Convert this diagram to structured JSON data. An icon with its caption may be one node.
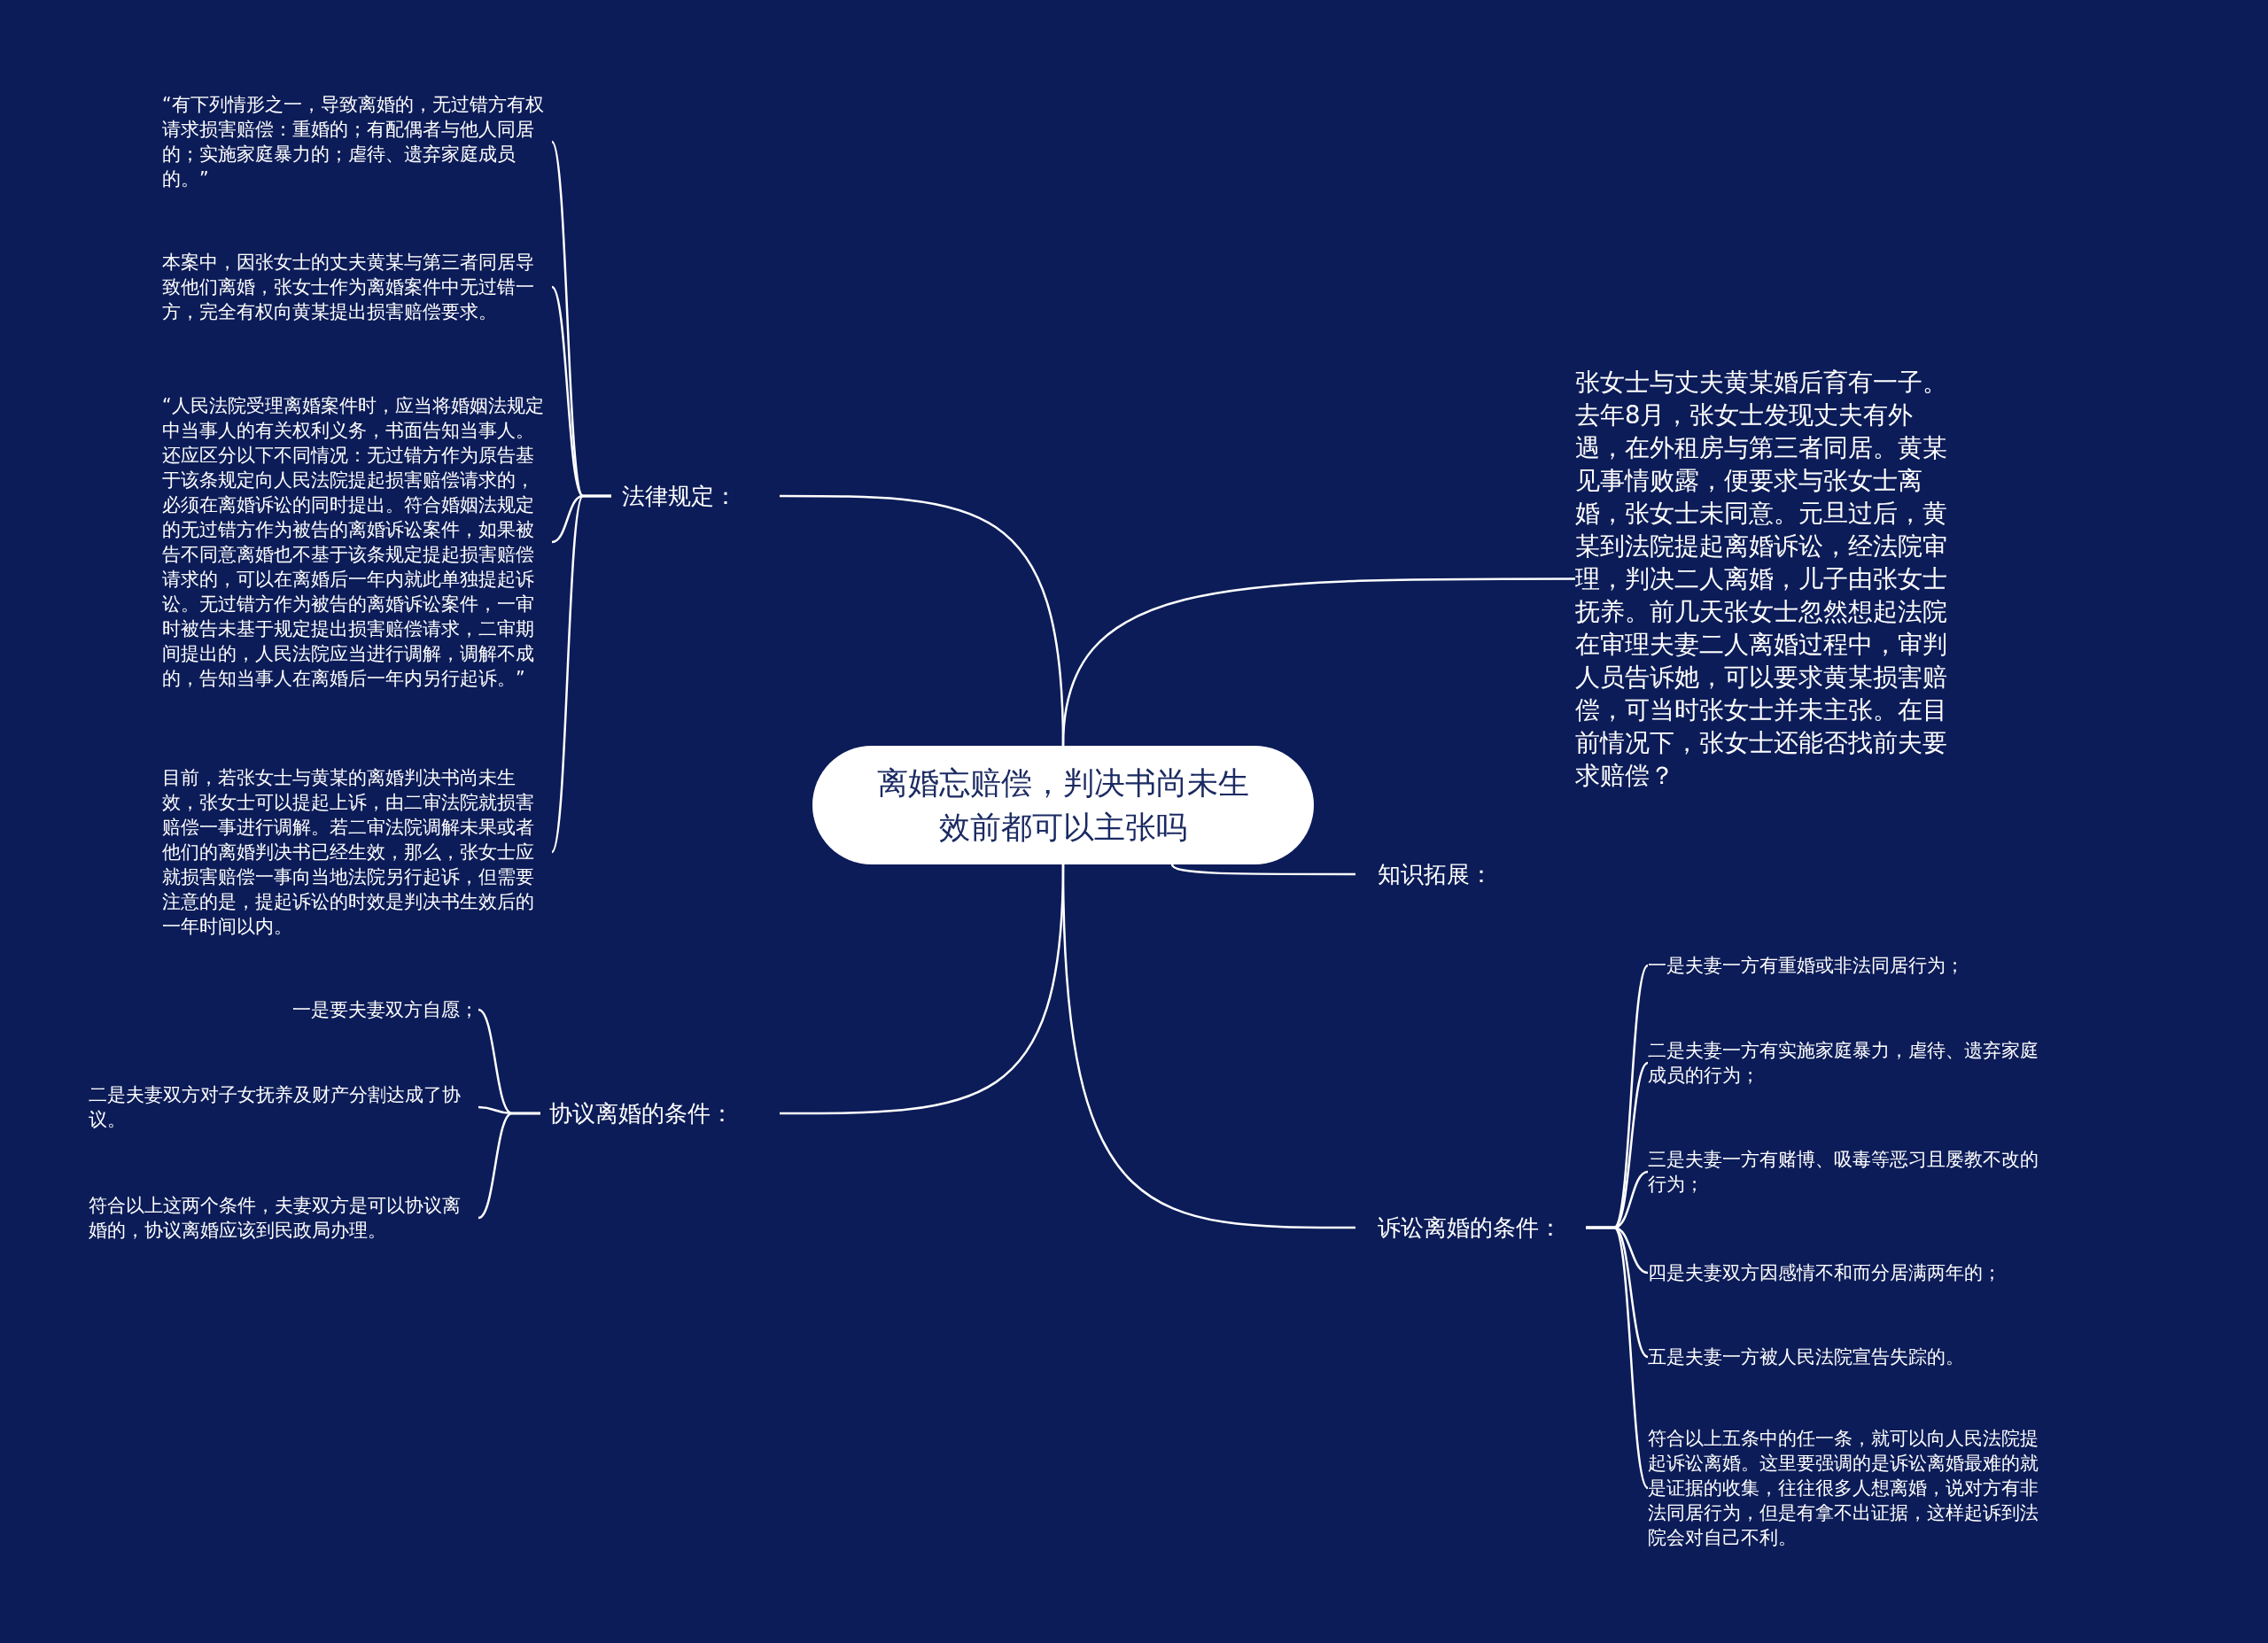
{
  "diagram": {
    "nodes": [
      {
        "text": [
          "离婚忘赔偿，判决书尚未生效前都可以主张吗"
        ]
      },
      {
        "text": [
          "法律规定："
        ]
      },
      {
        "text": [
          "“有下列情形之一，导致离婚的，无过错方有权请求损害赔偿：重婚的；有配偶者与他人同居的；实施家庭暴力的；虐待、遗弃家庭成员的。”"
        ]
      },
      {
        "text": [
          "本案中，因张女士的丈夫黄某与第三者同居导致他们离婚，张女士作为离婚案件中无过错一方，完全有权向黄某提出损害赔偿要求。"
        ]
      },
      {
        "text": [
          "“人民法院受理离婚案件时，应当将婚姻法规定中当事人的有关权利义务，书面告知当事人。还应区分以下不同情况：无过错方作为原告基于该条规定向人民法院提起损害赔偿请求的，必须在离婚诉讼的同时提出。符合婚姻法规定的无过错方作为被告的离婚诉讼案件，如果被告不同意离婚也不基于该条规定提起损害赔偿请求的，可以在离婚后一年内就此单独提起诉讼。无过错方作为被告的离婚诉讼案件，一审时被告未基于规定提出损害赔偿请求，二审期间提出的，人民法院应当进行调解，调解不成的，告知当事人在离婚后一年内另行起诉。”"
        ]
      },
      {
        "text": [
          "目前，若张女士与黄某的离婚判决书尚未生效，张女士可以提起上诉，由二审法院就损害赔偿一事进行调解。若二审法院调解未果或者他们的离婚判决书已经生效，那么，张女士应就损害赔偿一事向当地法院另行起诉，但需要注意的是，提起诉讼的时效是判决书生效后的一年时间以内。"
        ]
      },
      {
        "text": [
          "协议离婚的条件："
        ]
      },
      {
        "text": [
          "一是要夫妻双方自愿；"
        ]
      },
      {
        "text": [
          "二是夫妻双方对子女抚养及财产分割达成了协议。"
        ]
      },
      {
        "text": [
          "符合以上这两个条件，夫妻双方是可以协议离婚的，协议离婚应该到民政局办理。"
        ]
      },
      {
        "text": [
          "张女士与丈夫黄某婚后育有一子。去年8月，张女士发现丈夫有外遇，在外租房与第三者同居。黄某见事情败露，便要求与张女士离婚，张女士未同意。元旦过后，黄某到法院提起离婚诉讼，经法院审理，判决二人离婚，儿子由张女士抚养。前几天张女士忽然想起法院在审理夫妻二人离婚过程中，审判人员告诉她，可以要求黄某损害赔偿，可当时张女士并未主张。在目前情况下，张女士还能否找前夫要求赔偿？"
        ]
      },
      {
        "text": [
          "知识拓展："
        ]
      },
      {
        "text": [
          "诉讼离婚的条件："
        ]
      },
      {
        "text": [
          "一是夫妻一方有重婚或非法同居行为；"
        ]
      },
      {
        "text": [
          "二是夫妻一方有实施家庭暴力，虐待、遗弃家庭成员的行为；"
        ]
      },
      {
        "text": [
          "三是夫妻一方有赌博、吸毒等恶习且屡教不改的行为；"
        ]
      },
      {
        "text": [
          "四是夫妻双方因感情不和而分居满两年的；"
        ]
      },
      {
        "text": [
          "五是夫妻一方被人民法院宣告失踪的。"
        ]
      },
      {
        "text": [
          "符合以上五条中的任一条，就可以向人民法院提起诉讼离婚。这里要强调的是诉讼离婚最难的就是证据的收集，往往很多人想离婚，说对方有非法同居行为，但是有拿不出证据，这样起诉到法院会对自己不利。"
        ]
      }
    ],
    "edges": [
      {
        "from": 0,
        "to": 1,
        "arrow": "none"
      },
      {
        "from": 1,
        "to": 2,
        "arrow": "none"
      },
      {
        "from": 1,
        "to": 3,
        "arrow": "none"
      },
      {
        "from": 1,
        "to": 4,
        "arrow": "none"
      },
      {
        "from": 1,
        "to": 5,
        "arrow": "none"
      },
      {
        "from": 0,
        "to": 6,
        "arrow": "none"
      },
      {
        "from": 6,
        "to": 7,
        "arrow": "none"
      },
      {
        "from": 6,
        "to": 8,
        "arrow": "none"
      },
      {
        "from": 6,
        "to": 9,
        "arrow": "none"
      },
      {
        "from": 0,
        "to": 10,
        "arrow": "none"
      },
      {
        "from": 0,
        "to": 11,
        "arrow": "none"
      },
      {
        "from": 0,
        "to": 12,
        "arrow": "none"
      },
      {
        "from": 12,
        "to": 13,
        "arrow": "none"
      },
      {
        "from": 12,
        "to": 14,
        "arrow": "none"
      },
      {
        "from": 12,
        "to": 15,
        "arrow": "none"
      },
      {
        "from": 12,
        "to": 16,
        "arrow": "none"
      },
      {
        "from": 12,
        "to": 17,
        "arrow": "none"
      },
      {
        "from": 12,
        "to": 18,
        "arrow": "none"
      }
    ]
  }
}
